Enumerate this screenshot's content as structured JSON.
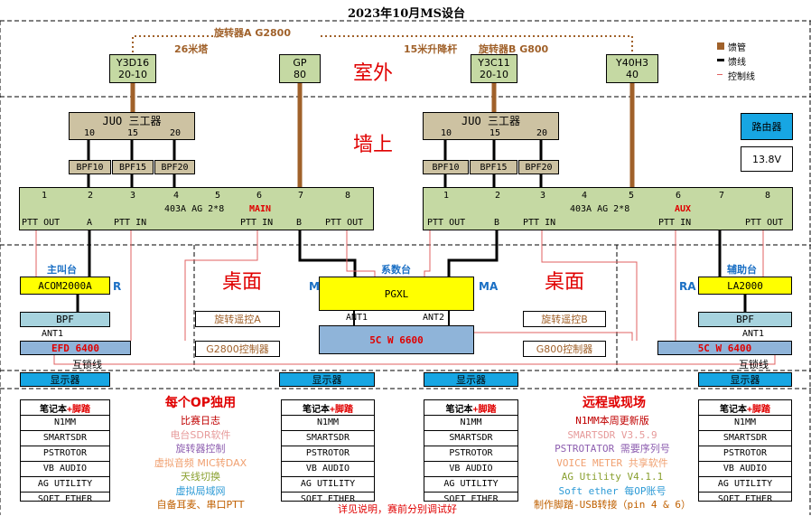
{
  "title": "2023年10月MS设台",
  "zones": {
    "outdoor": "室外",
    "wall": "墙上",
    "desk_left": "桌面",
    "desk_right": "桌面"
  },
  "outdoor": {
    "rotator_a": "旋转器A G2800",
    "tower_26": "26米塔",
    "mast_15": "15米升降杆",
    "rotator_b": "旋转器B G800",
    "antennas": [
      {
        "name": "Y3D16",
        "band": "20-10"
      },
      {
        "name": "GP",
        "band": "80"
      },
      {
        "name": "Y3C11",
        "band": "20-10"
      },
      {
        "name": "Y40H3",
        "band": "40"
      }
    ]
  },
  "legend": {
    "feed": "馈管",
    "feedline": "馈线",
    "control": "控制线",
    "colors": {
      "feed": "#a0612a",
      "control": "#000000",
      "signal": "#e06060"
    }
  },
  "router": {
    "label": "路由器",
    "voltage": "13.8V"
  },
  "left_station": {
    "triplexer": "JUO 三工器",
    "triplexer_ports": [
      "10",
      "15",
      "20"
    ],
    "bpfs": [
      "BPF10",
      "BPF15",
      "BPF20"
    ],
    "switch": {
      "ports": [
        "1",
        "2",
        "3",
        "4",
        "5",
        "6",
        "7",
        "8"
      ],
      "model": "403A  AG 2*8",
      "tag": "MAIN",
      "labels": [
        "PTT OUT",
        "A",
        "PTT IN",
        "PTT IN",
        "B",
        "PTT OUT"
      ]
    },
    "role": "主叫台",
    "amp": "ACOM2000A",
    "amp_tag": "R",
    "bpf": "BPF",
    "ant": "ANT1",
    "radio": "EFD 6400",
    "interlock": "互锁线",
    "monitor": "显示器"
  },
  "right_station": {
    "triplexer": "JUO 三工器",
    "triplexer_ports": [
      "10",
      "15",
      "20"
    ],
    "bpfs": [
      "BPF10",
      "BPF15",
      "BPF20"
    ],
    "switch": {
      "ports": [
        "1",
        "2",
        "3",
        "4",
        "5",
        "6",
        "7",
        "8"
      ],
      "model": "403A  AG 2*8",
      "tag": "AUX",
      "labels": [
        "PTT OUT",
        "B",
        "PTT IN",
        "PTT IN",
        "PTT OUT"
      ]
    },
    "role": "辅助台",
    "amp": "LA2000",
    "amp_tag": "RA",
    "bpf": "BPF",
    "ant": "ANT1",
    "radio": "5C W 6400",
    "interlock": "互锁线",
    "monitor": "显示器"
  },
  "center": {
    "system": "系数台",
    "pgxl": "PGXL",
    "tag_m": "M",
    "tag_ma": "MA",
    "ant1": "ANT1",
    "ant2": "ANT2",
    "radio": "5C W 6600",
    "rot_a": "旋转遥控A",
    "ctrl_a": "G2800控制器",
    "rot_b": "旋转遥控B",
    "ctrl_b": "G800控制器",
    "monitor_1": "显示器",
    "monitor_2": "显示器"
  },
  "laptops": {
    "header_a": "笔记本",
    "header_b": "+脚踏",
    "items": [
      "N1MM",
      "SMARTSDR",
      "PSTROTOR",
      "VB AUDIO",
      "AG UTILITY",
      "SOFT ETHER"
    ]
  },
  "notes_left": {
    "title": "每个OP独用",
    "lines": [
      {
        "text": "比赛日志",
        "color": "#c00000"
      },
      {
        "text": "电台SDR软件",
        "color": "#e69a9a"
      },
      {
        "text": "旋转器控制",
        "color": "#8e5fb0"
      },
      {
        "text": "虚拟音频 MIC转DAX",
        "color": "#f0a070"
      },
      {
        "text": "天线切换",
        "color": "#8aa030"
      },
      {
        "text": "虚拟局域网",
        "color": "#2e9bd6"
      },
      {
        "text": "自备耳麦、串口PTT",
        "color": "#c06000"
      }
    ],
    "footer": "详见说明，赛前分别调试好"
  },
  "notes_right": {
    "title": "远程或现场",
    "lines": [
      {
        "text": "N1MM本周更新版",
        "color": "#c00000"
      },
      {
        "text": "SMARTSDR V3.5.9",
        "color": "#e69a9a"
      },
      {
        "text": "PSTROTATOR 需要序列号",
        "color": "#8e5fb0"
      },
      {
        "text": "VOICE METER 共享软件",
        "color": "#f0a070"
      },
      {
        "text": "AG Utility V4.1.1",
        "color": "#8aa030"
      },
      {
        "text": "Soft ether 每OP账号",
        "color": "#2e9bd6"
      },
      {
        "text": "制作脚踏-USB转接（pin 4 & 6）",
        "color": "#c06000"
      }
    ]
  }
}
